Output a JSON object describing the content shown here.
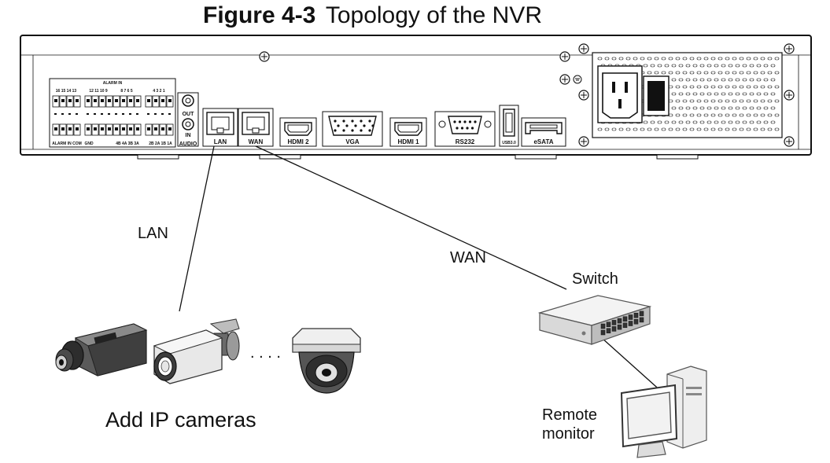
{
  "title": {
    "number": "Figure 4-3",
    "text": "Topology of the NVR"
  },
  "nvr": {
    "alarm_in_label": "ALARM IN",
    "alarm_numbers": [
      "16 15 14 13",
      "12 11 10 9",
      "8 7 6 5",
      "4 3 2 1"
    ],
    "alarm_bottom": [
      "ALARM IN COM",
      "GND",
      "4B 4A 3B 3A",
      "2B 2A 1B 1A"
    ],
    "audio_out": "OUT",
    "audio_in": "IN",
    "audio_label": "AUDIO",
    "ports": {
      "lan": "LAN",
      "wan": "WAN",
      "hdmi2": "HDMI 2",
      "vga": "VGA",
      "hdmi1": "HDMI 1",
      "rs232": "RS232",
      "usb": "USB3.0",
      "esata": "eSATA"
    }
  },
  "labels": {
    "lan": "LAN",
    "wan": "WAN",
    "switch": "Switch",
    "cameras": "Add IP cameras",
    "remote_line1": "Remote",
    "remote_line2": "monitor",
    "dots": ". . . ."
  }
}
